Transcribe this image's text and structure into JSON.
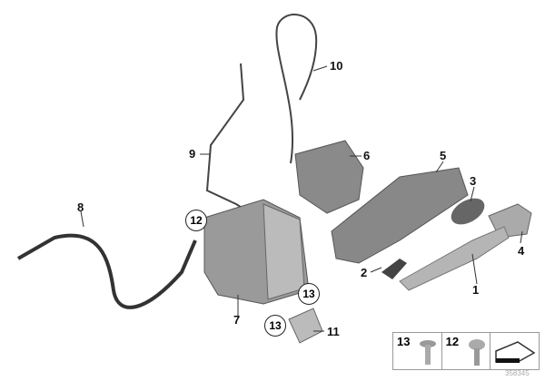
{
  "parts": [
    {
      "num": "1"
    },
    {
      "num": "2"
    },
    {
      "num": "3"
    },
    {
      "num": "4"
    },
    {
      "num": "5"
    },
    {
      "num": "6"
    },
    {
      "num": "7"
    },
    {
      "num": "8"
    },
    {
      "num": "9"
    },
    {
      "num": "10"
    },
    {
      "num": "11"
    }
  ],
  "circled": [
    "12",
    "13",
    "13"
  ],
  "legend": {
    "items": [
      {
        "num": "13",
        "icon": "screw-torx"
      },
      {
        "num": "12",
        "icon": "screw-round-head"
      },
      {
        "num": "",
        "icon": "arrow-icon"
      }
    ]
  },
  "diagram_code": "358345"
}
